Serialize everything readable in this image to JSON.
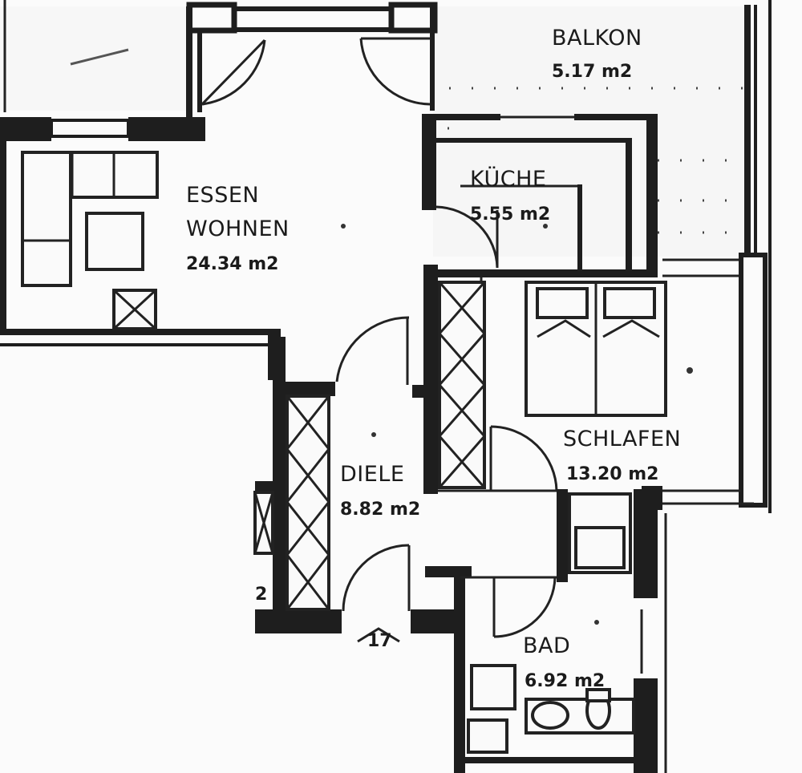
{
  "rooms": {
    "balkon": {
      "name": "BALKON",
      "area": "5.17 m2"
    },
    "kueche": {
      "name": "KÜCHE",
      "area": "5.55 m2"
    },
    "essen": {
      "name": "ESSEN",
      "name2": "WOHNEN",
      "area": "24.34 m2"
    },
    "schlafen": {
      "name": "SCHLAFEN",
      "area": "13.20 m2"
    },
    "diele": {
      "name": "DIELE",
      "area": "8.82 m2"
    },
    "bad": {
      "name": "BAD",
      "area": "6.92 m2"
    }
  },
  "fragments": {
    "left_edge": "2",
    "entry_mark": "17"
  },
  "colors": {
    "wall": "#1e1e1e",
    "paper": "#fbfbfb",
    "line": "#222222"
  }
}
